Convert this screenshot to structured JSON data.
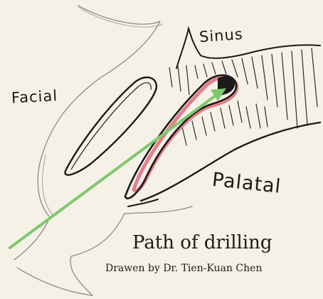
{
  "labels": {
    "facial": "Facial",
    "sinus": "Sinus",
    "palatal": "Palatal"
  },
  "caption": {
    "title": "Path of drilling",
    "credit": "Drawen by Dr. Tien-Kuan Chen"
  },
  "colors": {
    "paper": "#f6f1e6",
    "ink": "#1a1a1a",
    "graphite": "#8a8a8a",
    "drill_path": "#7dc96b",
    "socket_outline": "#e26a7a"
  }
}
